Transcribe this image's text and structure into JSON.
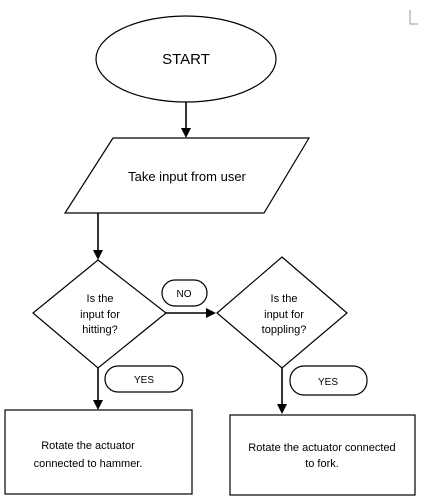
{
  "flowchart": {
    "start": {
      "label": "START"
    },
    "input": {
      "label": "Take input from user"
    },
    "decision_hitting": {
      "lines": [
        "Is the",
        "input for",
        "hitting?"
      ]
    },
    "decision_toppling": {
      "lines": [
        "Is the",
        "input for",
        "toppling?"
      ]
    },
    "no_badge": {
      "label": "NO"
    },
    "yes_badge_left": {
      "label": "YES"
    },
    "yes_badge_right": {
      "label": "YES"
    },
    "process_hammer": {
      "lines": [
        "Rotate the actuator",
        "connected to hammer."
      ]
    },
    "process_fork": {
      "lines": [
        "Rotate the actuator connected",
        "to fork."
      ]
    }
  }
}
